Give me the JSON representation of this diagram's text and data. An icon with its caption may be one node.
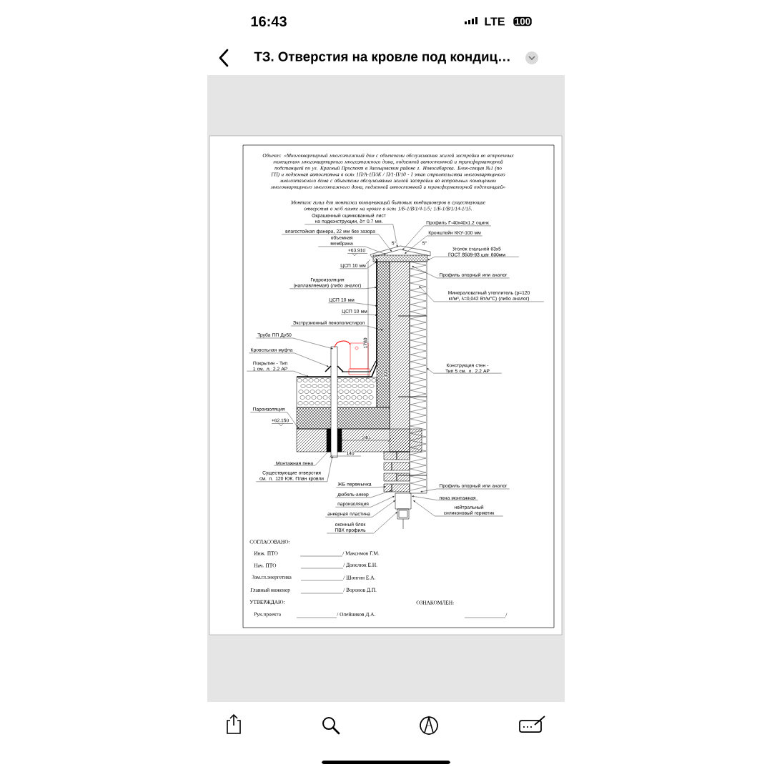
{
  "diagram": {
    "title": "Объект: «Многоквартирный многоэтажный дом с объектами обслуживания жилой застройки во встроенных помещениях многоквартирного многоэтажного дома, подземной автостоянкой и трансформаторной подстанцией по ул. Красный Проспект в Заельцовском районе г. Новосибирска. Блок-секция №1 (по ГП) и подземная автостоянка в осях 1П/А-1П/Ж / П/1-П/10 - I этап строительства многоквартирного многоэтажного дома с объектами обслуживания жилой застройки во встроенных помещениях многоквартирного многоэтажного дома, подземной автостоянкой и трансформаторной подстанцией»",
    "nodes": [
      {
        "text": [
          "Окрашенный оцинкованный лист на подконструкции, δ= 0.7 мм."
        ]
      },
      {
        "text": [
          "Профиль Г-40х40х1.2 оцинк"
        ]
      },
      {
        "text": [
          "Кронштейн ККУ-100 мм"
        ]
      },
      {
        "text": [
          "влагостойкая фанера, 22 мм без зазора"
        ]
      },
      {
        "text": [
          "объемная мембрана"
        ]
      },
      {
        "text": [
          "ЦСП 10 мм"
        ]
      },
      {
        "text": [
          "Уголок стальной 63х5 ГОСТ 8509-93 шаг 600мм"
        ]
      },
      {
        "text": [
          "Гидроизоляция (наплавляемая) (либо аналог)"
        ]
      },
      {
        "text": [
          "Профиль опорный или аналог"
        ]
      },
      {
        "text": [
          "Минераловатный утеплитель (p=120 кг/м³, λ=0,042 Вт/м°С) (либо аналог)"
        ]
      },
      {
        "text": [
          "ЦСП 10 мм"
        ]
      },
      {
        "text": [
          "ЦСП 10 мм"
        ]
      },
      {
        "text": [
          "Экструзионный пенополистирол"
        ]
      },
      {
        "text": [
          "Труба ПП Ду50"
        ]
      },
      {
        "text": [
          "Кровельная муфта"
        ]
      },
      {
        "text": [
          "Покрытие - Тип 1 см. л. 2.2 АР"
        ]
      },
      {
        "text": [
          "Конструкция стен - Тип 5 см. л. 2.2 АР"
        ]
      },
      {
        "text": [
          "Пароизоляция"
        ]
      },
      {
        "text": [
          "Монтажная пена"
        ]
      },
      {
        "text": [
          "Существующие отверстия см. л. 120 ЮК. План кровли"
        ]
      },
      {
        "text": [
          "ЖБ перемычка"
        ]
      },
      {
        "text": [
          "Профиль опорный или аналог"
        ]
      },
      {
        "text": [
          "дюбель-анкер"
        ]
      },
      {
        "text": [
          "пена монтажная"
        ]
      },
      {
        "text": [
          "пароизоляция"
        ]
      },
      {
        "text": [
          "нейтральный силиконовый герметик"
        ]
      },
      {
        "text": [
          "анкерная пластина"
        ]
      },
      {
        "text": [
          "оконный блок ПВХ профиль"
        ]
      },
      {
        "text": [],
        "shape": "picture"
      },
      {
        "text": [],
        "shape": "picture"
      },
      {
        "text": [],
        "shape": "picture"
      }
    ],
    "edges": [
      {
        "from": 0,
        "to": 28,
        "arrow": "to"
      },
      {
        "from": 1,
        "to": 28,
        "arrow": "to"
      },
      {
        "from": 2,
        "to": 28,
        "arrow": "to"
      },
      {
        "from": 3,
        "to": 28,
        "arrow": "to"
      },
      {
        "from": 4,
        "to": 28,
        "arrow": "to"
      },
      {
        "from": 5,
        "to": 28,
        "arrow": "to"
      },
      {
        "from": 6,
        "to": 28,
        "arrow": "to"
      },
      {
        "from": 7,
        "to": 28,
        "arrow": "to"
      },
      {
        "from": 8,
        "to": 28,
        "arrow": "to"
      },
      {
        "from": 9,
        "to": 28,
        "arrow": "to"
      },
      {
        "from": 10,
        "to": 28,
        "arrow": "to"
      },
      {
        "from": 11,
        "to": 28,
        "arrow": "to"
      },
      {
        "from": 12,
        "to": 28,
        "arrow": "to"
      },
      {
        "from": 13,
        "to": 29,
        "arrow": "to"
      },
      {
        "from": 14,
        "to": 29,
        "arrow": "to"
      },
      {
        "from": 15,
        "to": 29,
        "arrow": "to"
      },
      {
        "from": 16,
        "to": 28,
        "arrow": "to"
      },
      {
        "from": 17,
        "to": 29,
        "arrow": "to"
      },
      {
        "from": 18,
        "to": 29,
        "arrow": "to"
      },
      {
        "from": 19,
        "to": 29,
        "arrow": "to"
      },
      {
        "from": 20,
        "to": 28,
        "arrow": "to"
      },
      {
        "from": 21,
        "to": 28,
        "arrow": "to"
      },
      {
        "from": 22,
        "to": 28,
        "arrow": "to"
      },
      {
        "from": 23,
        "to": 30,
        "arrow": "to"
      },
      {
        "from": 24,
        "to": 30,
        "arrow": "to"
      },
      {
        "from": 25,
        "to": 30,
        "arrow": "to"
      },
      {
        "from": 26,
        "to": 30,
        "arrow": "to"
      },
      {
        "from": 27,
        "to": 30,
        "arrow": "to"
      }
    ],
    "labels": [
      "16:43",
      "LTE",
      "100",
      "ТЗ. Отверстия на кровле под кондиц…",
      "Монтаж гильз для монтажа коммуникаций бытовых кондиционеров в существующие отверстия в ж/б плите на кровле в осях 1/Б-1/В/1/4-1/5; 1/Б-1/В/1/14-1/15.",
      "5°",
      "5°",
      "+63.910",
      "1780",
      "300",
      "+62.150",
      "240",
      "140",
      "СОГЛАСОВАНО:",
      "Инж. ПТО",
      "/ Максимов Г.М.",
      "Нач. ПТО",
      "/ Донелюк Е.Н.",
      "Зам.гл.энергетика",
      "/ Шонгин Е.А.",
      "Главный инженер",
      "/ Воронов Д.П.",
      "УТВЕРЖДАЮ:",
      "ОЗНАКОМЛЕН:",
      "Рук.проекта",
      "/ Олейников Д.А.",
      "/"
    ]
  }
}
